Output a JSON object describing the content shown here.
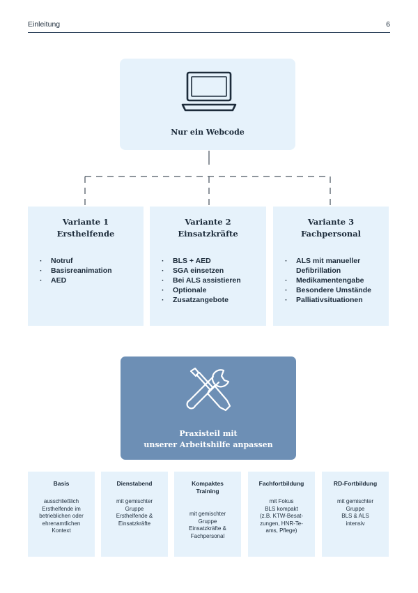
{
  "header": {
    "section": "Einleitung",
    "page_number": "6"
  },
  "webcode": {
    "label": "Nur ein Webcode",
    "icon": "laptop-icon"
  },
  "variants": [
    {
      "title_line1": "Variante 1",
      "title_line2": "Ersthelfende",
      "items": [
        "Notruf",
        "Basisreanimation",
        "AED"
      ]
    },
    {
      "title_line1": "Variante 2",
      "title_line2": "Einsatzkräfte",
      "items": [
        "BLS + AED",
        "SGA einsetzen",
        "Bei ALS assistieren",
        "Optionale",
        "Zusatzangebote"
      ]
    },
    {
      "title_line1": "Variante 3",
      "title_line2": "Fachpersonal",
      "items": [
        "ALS mit manueller",
        "Defibrillation",
        "Medikamentengabe",
        "Besondere Umstände",
        "Palliativsituationen"
      ]
    }
  ],
  "praxis": {
    "line1": "Praxisteil mit",
    "line2": "unserer Arbeitshilfe anpassen",
    "icon": "tools-icon"
  },
  "formats": [
    {
      "title": [
        "Basis"
      ],
      "body": [
        "ausschließlich",
        "Ersthelfende im",
        "betrieblichen oder",
        "ehrenamtlichen",
        "Kontext"
      ]
    },
    {
      "title": [
        "Dienstabend"
      ],
      "body": [
        "mit gemischter",
        "Gruppe",
        "Ersthelfende &",
        "Einsatzkräfte"
      ]
    },
    {
      "title": [
        "Kompaktes",
        "Training"
      ],
      "body": [
        "mit gemischter",
        "Gruppe",
        "Einsatzkräfte &",
        "Fachpersonal"
      ]
    },
    {
      "title": [
        "Fachfortbildung"
      ],
      "body": [
        "mit Fokus",
        "BLS kompakt",
        "(z.B. KTW-Besat-",
        "zungen, HNR-Te-",
        "ams, Pflege)"
      ]
    },
    {
      "title": [
        "RD-Fortbildung"
      ],
      "body": [
        "mit gemischter",
        "Gruppe",
        "BLS & ALS",
        "intensiv"
      ]
    }
  ],
  "colors": {
    "light_box": "#e6f2fb",
    "dark_box": "#6d8fb5",
    "text": "#1c2b3a",
    "rule": "#1f3550"
  }
}
